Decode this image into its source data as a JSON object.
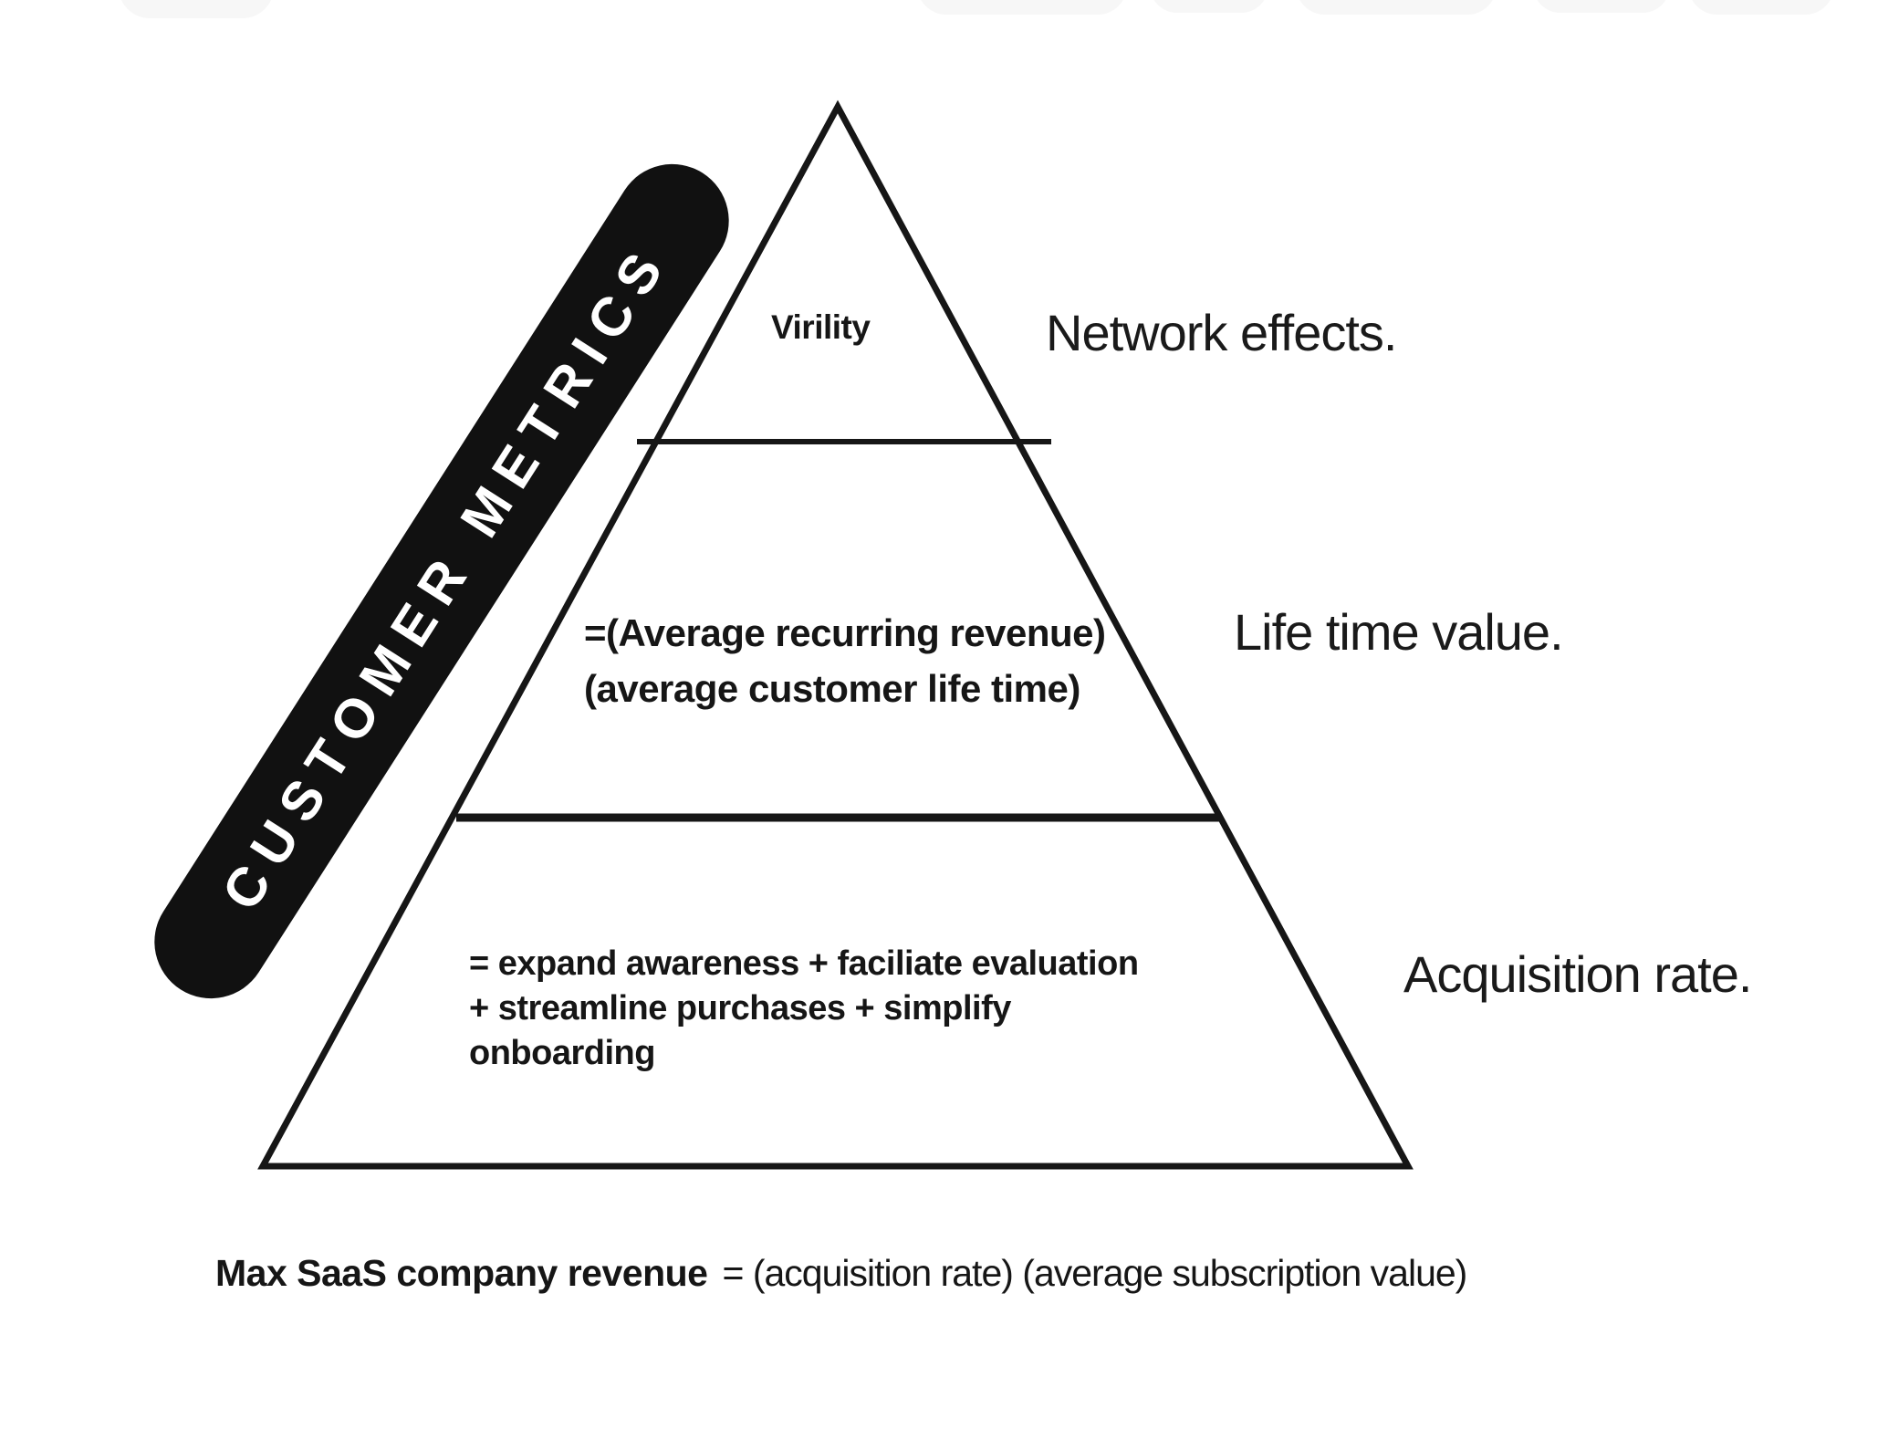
{
  "banner": {
    "label": "CUSTOMER METRICS"
  },
  "pyramid": {
    "tier1": {
      "label": "Virility",
      "outside": "Network effects."
    },
    "tier2": {
      "line1": "=(Average recurring revenue)",
      "line2": "(average customer life time)",
      "outside": "Life time value."
    },
    "tier3": {
      "line1": "= expand awareness + faciliate evaluation",
      "line2": "+ streamline purchases + simplify",
      "line3": "onboarding",
      "outside": "Acquisition rate."
    }
  },
  "footer": {
    "bold": "Max SaaS company revenue",
    "rest": "= (acquisition rate) (average subscription value)"
  },
  "colors": {
    "background": "#ffffff",
    "ink": "#1a1a1a",
    "banner_bg": "#111111",
    "banner_text": "#ffffff"
  }
}
